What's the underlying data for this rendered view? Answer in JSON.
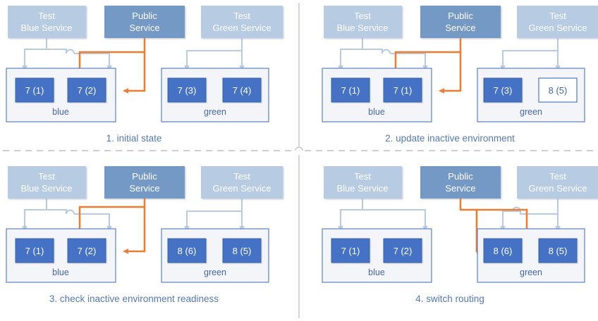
{
  "diagram": {
    "title": "blue-green deployment sequence",
    "colors": {
      "test_service_fill": "#B7CBE3",
      "public_service_fill": "#7399C4",
      "pod_fill": "#4472C4",
      "pod_border": "#3B61A8",
      "pod_empty_fill": "#FFFFFF",
      "pod_empty_text": "#44689E",
      "env_border": "#5B83C0",
      "env_fill": "#F4F5F8",
      "routing_active": "#ED7D31",
      "routing_test": "#B7CBE3",
      "caption_text": "#5578B5",
      "divider": "#BFBFBF"
    },
    "labels": {
      "test_blue_service": [
        "Test",
        "Blue Service"
      ],
      "public_service": [
        "Public",
        "Service"
      ],
      "test_green_service": [
        "Test",
        "Green Service"
      ],
      "env_blue": "blue",
      "env_green": "green"
    },
    "panels": [
      {
        "id": "panel-1",
        "caption": "1. initial state",
        "public_routes_to": "blue",
        "blue_pods": [
          {
            "label": "7 (1)",
            "state": "filled"
          },
          {
            "label": "7 (2)",
            "state": "filled"
          }
        ],
        "green_pods": [
          {
            "label": "7 (3)",
            "state": "filled"
          },
          {
            "label": "7 (4)",
            "state": "filled"
          }
        ]
      },
      {
        "id": "panel-2",
        "caption": "2. update inactive environment",
        "public_routes_to": "blue",
        "blue_pods": [
          {
            "label": "7 (1)",
            "state": "filled"
          },
          {
            "label": "7 (1)",
            "state": "filled"
          }
        ],
        "green_pods": [
          {
            "label": "7 (3)",
            "state": "filled"
          },
          {
            "label": "8 (5)",
            "state": "empty"
          }
        ]
      },
      {
        "id": "panel-3",
        "caption": "3. check inactive environment readiness",
        "public_routes_to": "blue",
        "blue_pods": [
          {
            "label": "7 (1)",
            "state": "filled"
          },
          {
            "label": "7 (2)",
            "state": "filled"
          }
        ],
        "green_pods": [
          {
            "label": "8 (6)",
            "state": "filled"
          },
          {
            "label": "8 (5)",
            "state": "filled"
          }
        ]
      },
      {
        "id": "panel-4",
        "caption": "4. switch routing",
        "public_routes_to": "green",
        "blue_pods": [
          {
            "label": "7 (1)",
            "state": "filled"
          },
          {
            "label": "7 (2)",
            "state": "filled"
          }
        ],
        "green_pods": [
          {
            "label": "8 (6)",
            "state": "filled"
          },
          {
            "label": "8 (5)",
            "state": "filled"
          }
        ]
      }
    ]
  }
}
